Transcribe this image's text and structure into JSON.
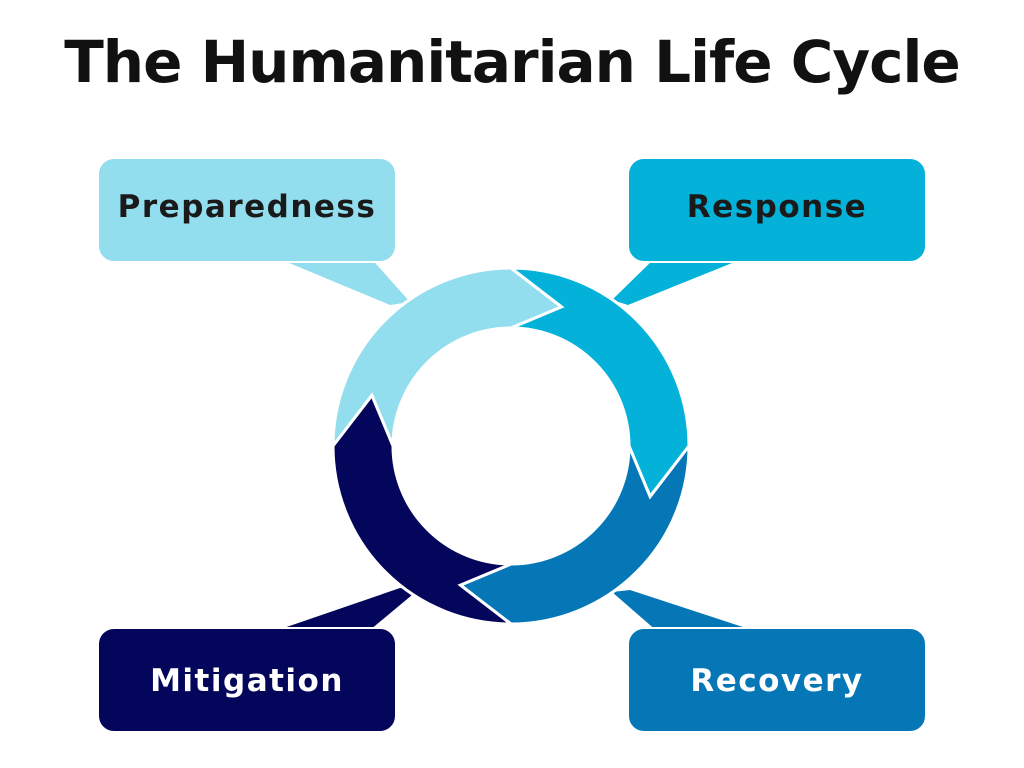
{
  "title": "The Humanitarian Life Cycle",
  "stages": [
    {
      "id": "preparedness",
      "label": "Preparedness",
      "color": "#92DDEE",
      "text_color": "#1a1a1a"
    },
    {
      "id": "response",
      "label": "Response",
      "color": "#04B2D9",
      "text_color": "#1a1a1a"
    },
    {
      "id": "recovery",
      "label": "Recovery",
      "color": "#0577B7",
      "text_color": "#ffffff"
    },
    {
      "id": "mitigation",
      "label": "Mitigation",
      "color": "#04065C",
      "text_color": "#ffffff"
    }
  ]
}
